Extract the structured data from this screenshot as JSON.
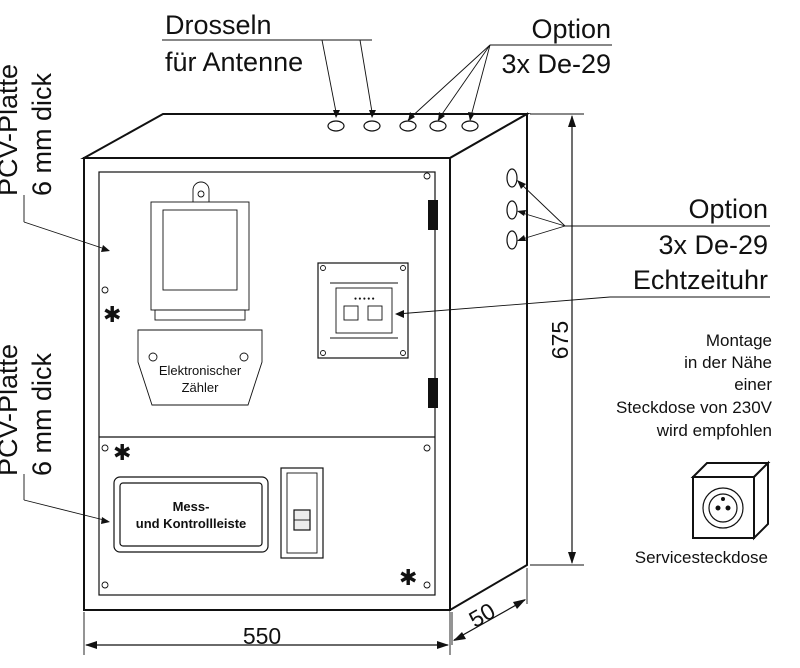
{
  "labels": {
    "drosseln_line1": "Drosseln",
    "drosseln_line2": "für Antenne",
    "option_top_line1": "Option",
    "option_top_line2": "3x De-29",
    "option_side_line1": "Option",
    "option_side_line2": "3x De-29",
    "echtzeituhr": "Echtzeituhr",
    "pcv_top_line1": "PCV-Platte",
    "pcv_top_line2": "6 mm dick",
    "pcv_bottom_line1": "PCV-Platte",
    "pcv_bottom_line2": "6 mm dick",
    "meter_line1": "Elektronischer",
    "meter_line2": "Zähler",
    "strip_line1": "Mess-",
    "strip_line2": "und Kontrollleiste",
    "servicesteckdose": "Servicesteckdose"
  },
  "dimensions": {
    "width": "550",
    "height": "675",
    "depth": "50"
  },
  "note": {
    "line1": "Montage",
    "line2": "in der Nähe",
    "line3": "einer",
    "line4": "Steckdose von 230V",
    "line5": "wird empfohlen"
  },
  "markers": {
    "star": "✱"
  }
}
